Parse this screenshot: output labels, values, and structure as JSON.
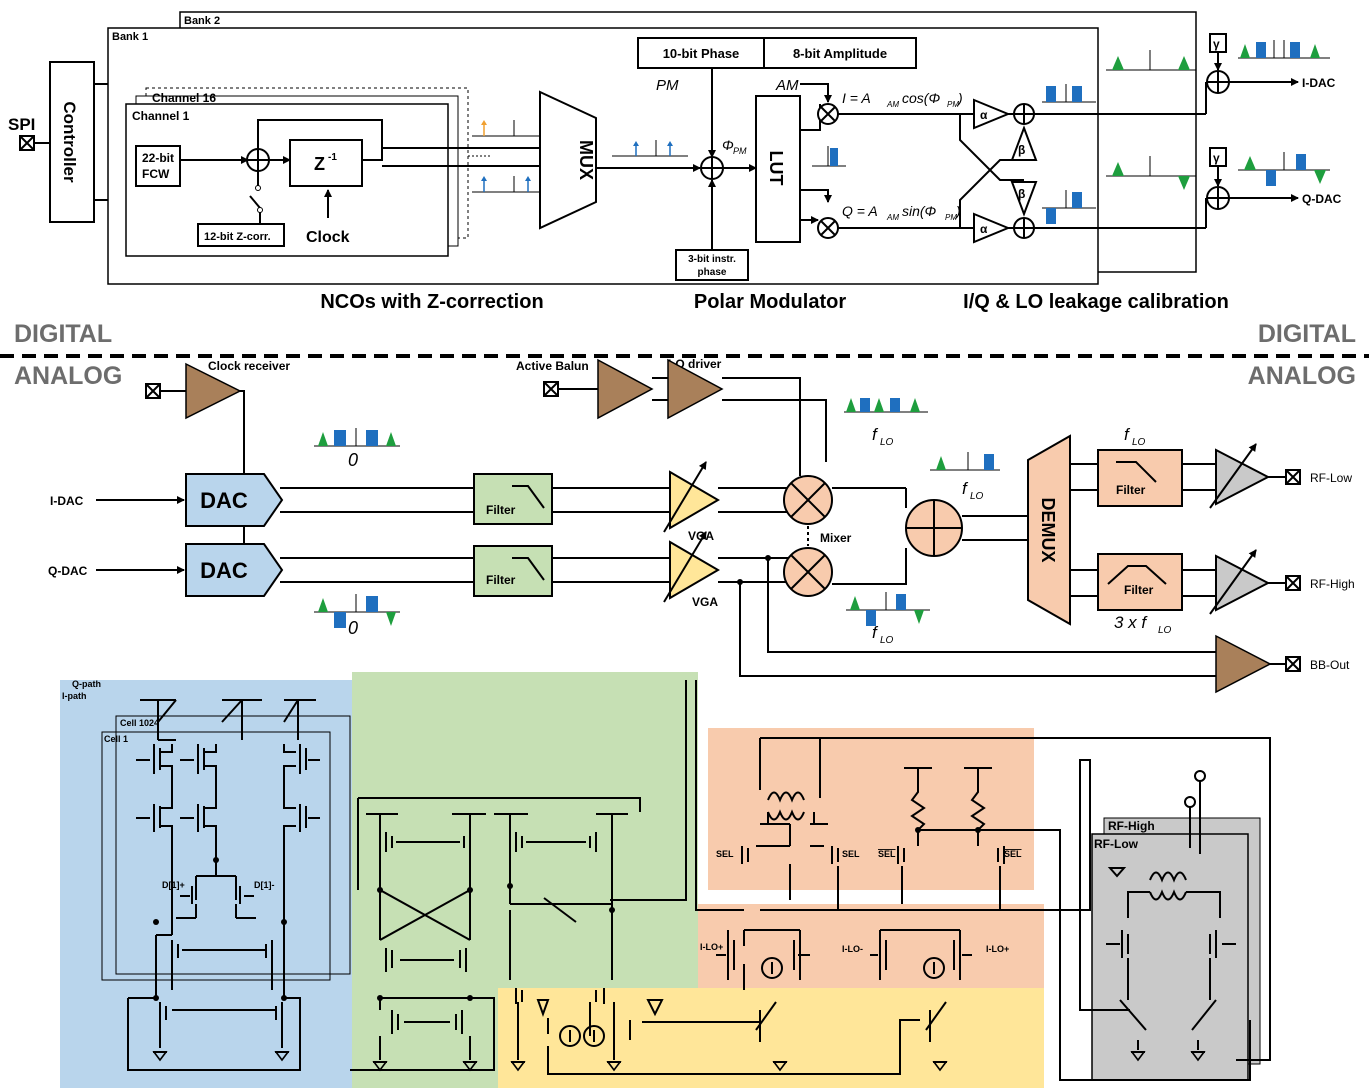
{
  "digital": {
    "spi": "SPI",
    "controller": "Controller",
    "bank2": "Bank 2",
    "bank1": "Bank 1",
    "channel16": "Channel 16",
    "channel1": "Channel 1",
    "fcw": [
      "22-bit",
      "FCW"
    ],
    "zreg": "Z",
    "zsup": "-1",
    "zcorr": "12-bit Z-corr.",
    "clock": "Clock",
    "mux": "MUX",
    "phase10": "10-bit Phase",
    "amp8": "8-bit Amplitude",
    "pm": "PM",
    "am": "AM",
    "phi": "Φ",
    "phisub": "PM",
    "lut": "LUT",
    "instr": [
      "3-bit instr.",
      "phase"
    ],
    "i_eq": [
      "I = A",
      "AM",
      " cos(Φ",
      "PM",
      ")"
    ],
    "q_eq": [
      "Q = A",
      "AM",
      " sin(Φ",
      "PM",
      ")"
    ],
    "alpha": "α",
    "beta": "β",
    "gamma": "γ",
    "idac": "I-DAC",
    "qdac": "Q-DAC",
    "caption_nco": "NCOs with Z-correction",
    "caption_polar": "Polar Modulator",
    "caption_iq": "I/Q & LO leakage calibration"
  },
  "divider": {
    "digital": "DIGITAL",
    "analog": "ANALOG"
  },
  "analog": {
    "clock_receiver": "Clock receiver",
    "active_balun": "Active Balun",
    "lo_driver": "LO driver",
    "i_dac": "I-DAC",
    "q_dac": "Q-DAC",
    "dac": "DAC",
    "filter": "Filter",
    "vga": "VGA",
    "mixer": "Mixer",
    "demux": "DEMUX",
    "zero": "0",
    "flo": "f",
    "flo_sub": "LO",
    "three_flo": "3 x f",
    "rf_low": "RF-Low",
    "rf_high": "RF-High",
    "bb_out": "BB-Out"
  },
  "circuit": {
    "q_path": "Q-path",
    "i_path": "I-path",
    "cell1024": "Cell 1024",
    "cell1": "Cell 1",
    "d1p": "D[1]+",
    "d1m": "D[1]-",
    "sel": "SEL",
    "selb": "SEL",
    "ilo_p": "I-LO+",
    "ilo_m": "I-LO-",
    "rf_high": "RF-High",
    "rf_low": "RF-Low"
  },
  "colors": {
    "dac_blue": "#b9d5ec",
    "filter_green": "#c6e0b4",
    "vga_yellow": "#ffe699",
    "mixer_orange": "#f8cbad",
    "gray_block": "#c9c9c9",
    "brown_amp": "#a9805a",
    "tone_green": "#1e9e3e",
    "tone_blue": "#1f6fbf",
    "tone_orange": "#f0a030"
  }
}
